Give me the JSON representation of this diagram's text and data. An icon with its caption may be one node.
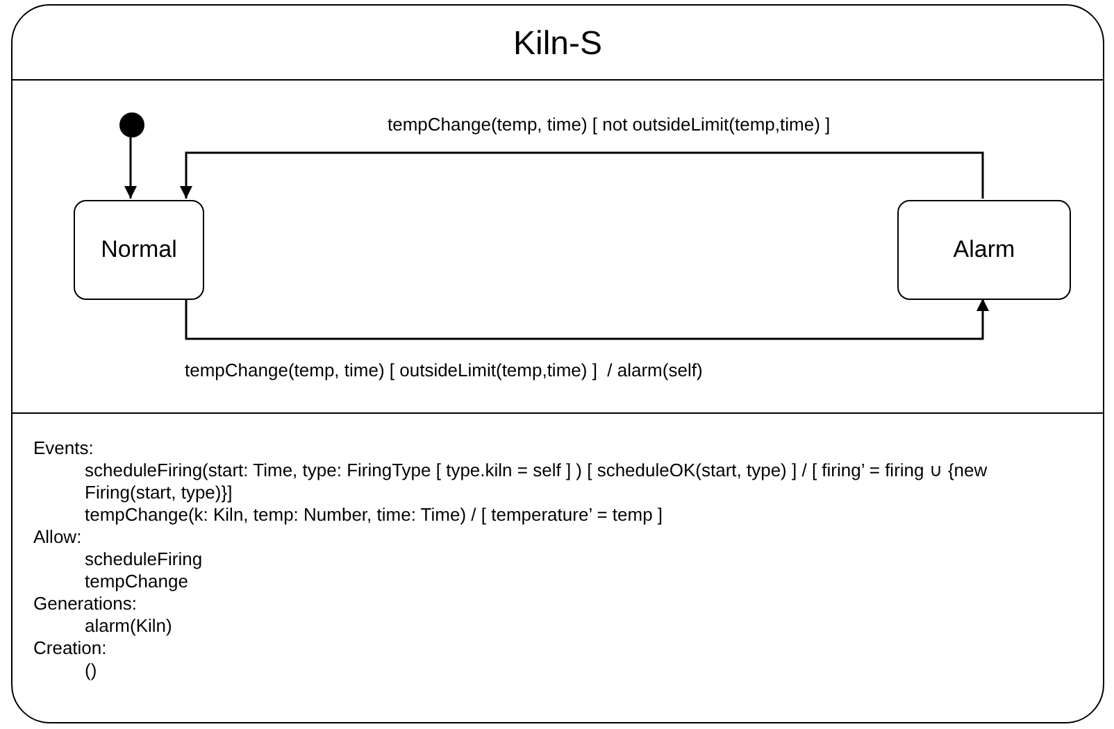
{
  "diagram": {
    "nodes": [
      {
        "text": [
          "Kiln-S"
        ]
      },
      {
        "text": [],
        "shape": "circle",
        "in": 0
      },
      {
        "text": [
          "Normal"
        ],
        "in": 0
      },
      {
        "text": [
          "Alarm"
        ],
        "in": 0
      }
    ],
    "edges": [
      {
        "from": 1,
        "to": 2,
        "arrow": "to"
      },
      {
        "from": 3,
        "to": 2,
        "arrow": "to",
        "label": "tempChange(temp, time) [ not outsideLimit(temp,time) ]"
      },
      {
        "from": 2,
        "to": 3,
        "arrow": "to",
        "label": "tempChange(temp, time) [ outsideLimit(temp,time) ]  / alarm(self)"
      }
    ],
    "labels": [
      "Events:",
      "scheduleFiring(start: Time, type: FiringType [ type.kiln = self ] )  [ scheduleOK(start, type) ]  / [ firing’ = firing ∪ {new Firing(start, type)}]",
      "tempChange(k: Kiln, temp: Number, time: Time) /  [ temperature’ = temp ]",
      "Allow:",
      "scheduleFiring",
      "tempChange",
      "Generations:",
      "alarm(Kiln)",
      "Creation:",
      "()"
    ]
  }
}
